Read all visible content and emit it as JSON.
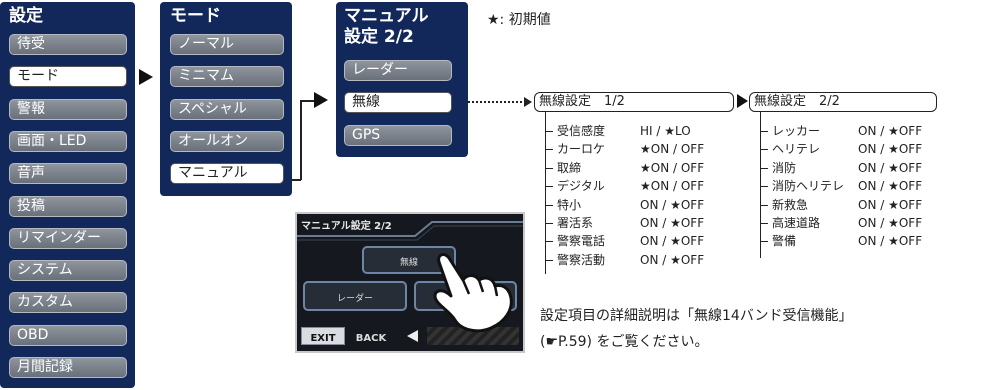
{
  "legend_note": "★: 初期値",
  "settings_menu": {
    "title": "設定",
    "items": [
      {
        "label": "待受",
        "selected": false
      },
      {
        "label": "モード",
        "selected": true
      },
      {
        "label": "警報",
        "selected": false
      },
      {
        "label": "画面・LED",
        "selected": false
      },
      {
        "label": "音声",
        "selected": false
      },
      {
        "label": "投稿",
        "selected": false
      },
      {
        "label": "リマインダー",
        "selected": false
      },
      {
        "label": "システム",
        "selected": false
      },
      {
        "label": "カスタム",
        "selected": false
      },
      {
        "label": "OBD",
        "selected": false
      },
      {
        "label": "月間記録",
        "selected": false
      }
    ]
  },
  "mode_menu": {
    "title": "モード",
    "items": [
      {
        "label": "ノーマル",
        "selected": false
      },
      {
        "label": "ミニマム",
        "selected": false
      },
      {
        "label": "スペシャル",
        "selected": false
      },
      {
        "label": "オールオン",
        "selected": false
      },
      {
        "label": "マニュアル",
        "selected": true
      }
    ]
  },
  "manual_menu": {
    "title_line1": "マニュアル",
    "title_line2": "設定 2/2",
    "items": [
      {
        "label": "レーダー",
        "selected": false
      },
      {
        "label": "無線",
        "selected": true
      },
      {
        "label": "GPS",
        "selected": false
      }
    ]
  },
  "wireless_page1": {
    "title": "無線設定　1/2",
    "rows": [
      {
        "label": "受信感度",
        "value": "HI / ★LO"
      },
      {
        "label": "カーロケ",
        "value": "★ON / OFF"
      },
      {
        "label": "取締",
        "value": "★ON / OFF"
      },
      {
        "label": "デジタル",
        "value": "★ON / OFF"
      },
      {
        "label": "特小",
        "value": "ON / ★OFF"
      },
      {
        "label": "署活系",
        "value": "ON / ★OFF"
      },
      {
        "label": "警察電話",
        "value": "ON / ★OFF"
      },
      {
        "label": "警察活動",
        "value": "ON / ★OFF"
      }
    ]
  },
  "wireless_page2": {
    "title": "無線設定　2/2",
    "rows": [
      {
        "label": "レッカー",
        "value": "ON / ★OFF"
      },
      {
        "label": "ヘリテレ",
        "value": "ON / ★OFF"
      },
      {
        "label": "消防",
        "value": "ON / ★OFF"
      },
      {
        "label": "消防ヘリテレ",
        "value": "ON / ★OFF"
      },
      {
        "label": "新救急",
        "value": "ON / ★OFF"
      },
      {
        "label": "高速道路",
        "value": "ON / ★OFF"
      },
      {
        "label": "警備",
        "value": "ON / ★OFF"
      }
    ]
  },
  "device_screen": {
    "title": "マニュアル設定 2/2",
    "center_button": "無線",
    "left_button": "レーダー",
    "exit_label": "EXIT",
    "back_label": "BACK",
    "prev_icon": "left-arrow-icon",
    "hand_icon": "pointing-hand-icon"
  },
  "footnote": {
    "line1": "設定項目の詳細説明は「無線14バンド受信機能」",
    "line2": "(☛P.59) をご覧ください。"
  }
}
